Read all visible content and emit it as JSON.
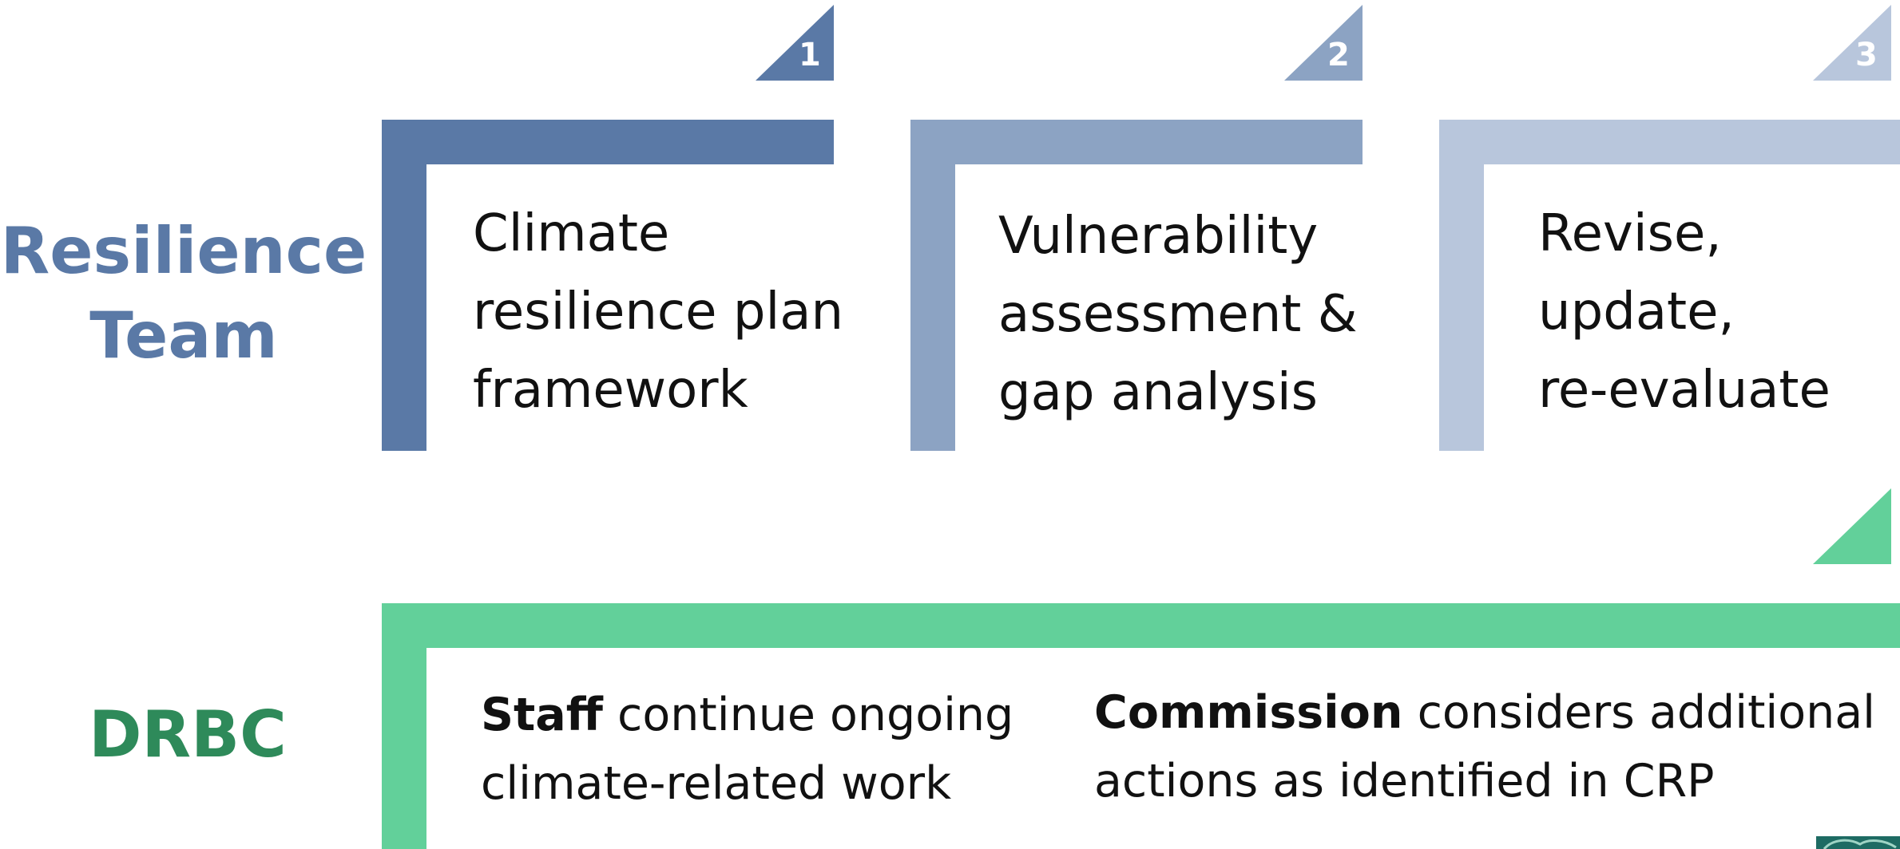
{
  "rows": {
    "team": {
      "label_line1": "Resilience",
      "label_line2": "Team",
      "color": "#5a79a6"
    },
    "drbc": {
      "label": "DRBC",
      "color": "#2e8a5a"
    }
  },
  "steps": [
    {
      "number": "1",
      "lines": [
        "Climate",
        "resilience plan",
        "framework"
      ],
      "color": "#5a79a6"
    },
    {
      "number": "2",
      "lines": [
        "Vulnerability",
        "assessment &",
        "gap analysis"
      ],
      "color": "#8ca3c3"
    },
    {
      "number": "3",
      "lines": [
        "Revise,",
        "update,",
        "re-evaluate"
      ],
      "color": "#b8c6dc"
    }
  ],
  "drbc_block": {
    "color": "#62d09a",
    "staff": {
      "bold": "Staff",
      "rest": " continue ongoing",
      "line2": "climate-related work"
    },
    "commission": {
      "bold": "Commission",
      "rest": " considers additional",
      "line2": "actions as identified in CRP"
    }
  }
}
